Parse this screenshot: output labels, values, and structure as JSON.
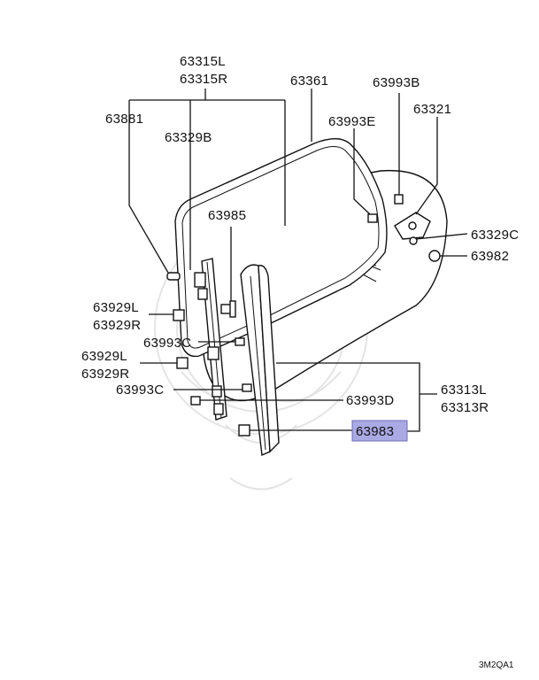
{
  "labels": {
    "p63315l": "63315L",
    "p63315r": "63315R",
    "p63361": "63361",
    "p63993b": "63993B",
    "p63881": "63881",
    "p63329b": "63329B",
    "p63993e": "63993E",
    "p63321": "63321",
    "p63985": "63985",
    "p63329c": "63329C",
    "p63982": "63982",
    "p63929l_a": "63929L",
    "p63929r_a": "63929R",
    "p63993c_a": "63993C",
    "p63929l_b": "63929L",
    "p63929r_b": "63929R",
    "p63993c_b": "63993C",
    "p63993d": "63993D",
    "p63313l": "63313L",
    "p63313r": "63313R",
    "p63983": "63983"
  },
  "footer": {
    "code": "3M2QA1"
  },
  "colors": {
    "highlight_fill": "#a9a9e3",
    "highlight_stroke": "#6b6bb8",
    "line": "#111111"
  }
}
